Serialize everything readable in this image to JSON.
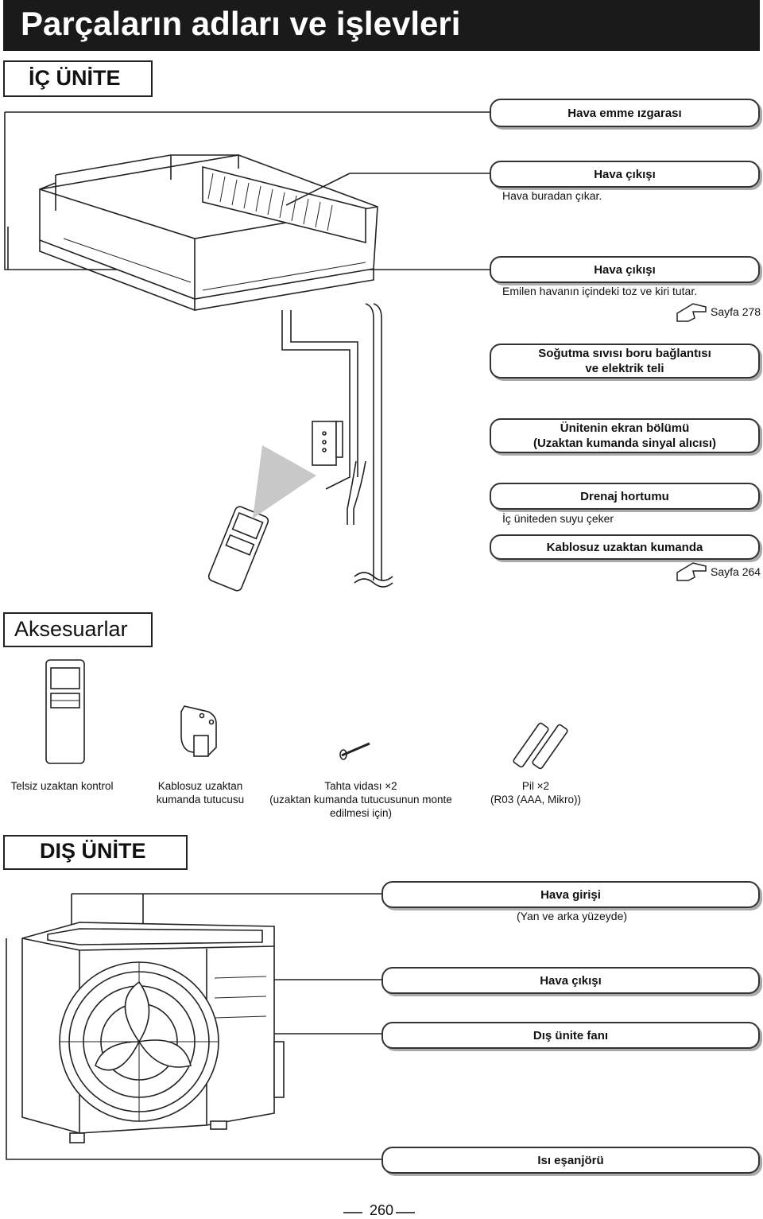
{
  "header": {
    "title": "Parçaların adları ve işlevleri"
  },
  "indoor": {
    "section_label": "İÇ ÜNİTE",
    "labels": {
      "intake_grille": "Hava emme ızgarası",
      "outlet": "Hava çıkışı",
      "outlet_desc": "Hava buradan çıkar.",
      "outlet2": "Hava çıkışı",
      "outlet2_desc": "Emilen havanın içindeki toz ve kiri tutar.",
      "page_ref_1": "Sayfa 278",
      "refrigerant_1": "Soğutma sıvısı boru bağlantısı",
      "refrigerant_2": "ve elektrik teli",
      "display_1": "Ünitenin ekran bölümü",
      "display_2": "(Uzaktan kumanda sinyal alıcısı)",
      "drain": "Drenaj hortumu",
      "drain_desc": "İç üniteden suyu çeker",
      "remote": "Kablosuz uzaktan kumanda",
      "page_ref_2": "Sayfa 264"
    }
  },
  "accessories": {
    "section_label": "Aksesuarlar",
    "items": [
      {
        "line1": "Telsiz uzaktan kontrol",
        "line2": "",
        "line3": ""
      },
      {
        "line1": "Kablosuz uzaktan",
        "line2": "kumanda tutucusu",
        "line3": ""
      },
      {
        "line1": "Tahta vidası ×2",
        "line2": "(uzaktan kumanda tutucusunun monte",
        "line3": "edilmesi için)"
      },
      {
        "line1": "Pil ×2",
        "line2": "(R03 (AAA, Mikro))",
        "line3": ""
      }
    ]
  },
  "outdoor": {
    "section_label": "DIŞ ÜNİTE",
    "labels": {
      "inlet": "Hava girişi",
      "inlet_desc": "(Yan ve arka yüzeyde)",
      "outlet": "Hava çıkışı",
      "fan": "Dış ünite fanı",
      "heat_exchanger": "Isı eşanjörü"
    }
  },
  "footer": {
    "page_number": "260"
  }
}
